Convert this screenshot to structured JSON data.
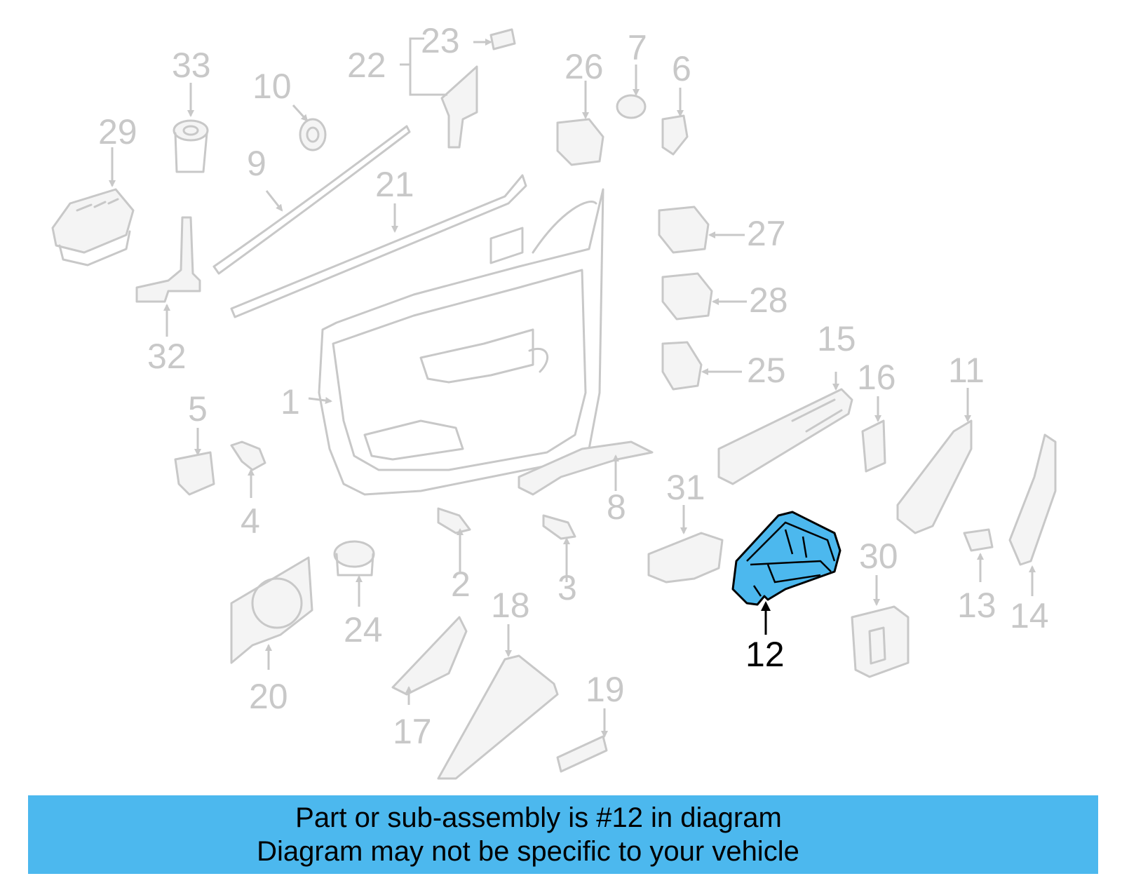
{
  "diagram": {
    "highlight_color": "#4cb8ee",
    "line_color": "#c8c8c8",
    "highlighted_part": "12",
    "callouts": [
      "1",
      "2",
      "3",
      "4",
      "5",
      "6",
      "7",
      "8",
      "9",
      "10",
      "11",
      "12",
      "13",
      "14",
      "15",
      "16",
      "17",
      "18",
      "19",
      "20",
      "21",
      "22",
      "23",
      "24",
      "25",
      "26",
      "27",
      "28",
      "29",
      "30",
      "31",
      "32",
      "33"
    ]
  },
  "banner": {
    "line1": "Part or sub-assembly is #12 in diagram",
    "line2": "Diagram may not be specific to your vehicle",
    "background": "#4cb8ee"
  }
}
